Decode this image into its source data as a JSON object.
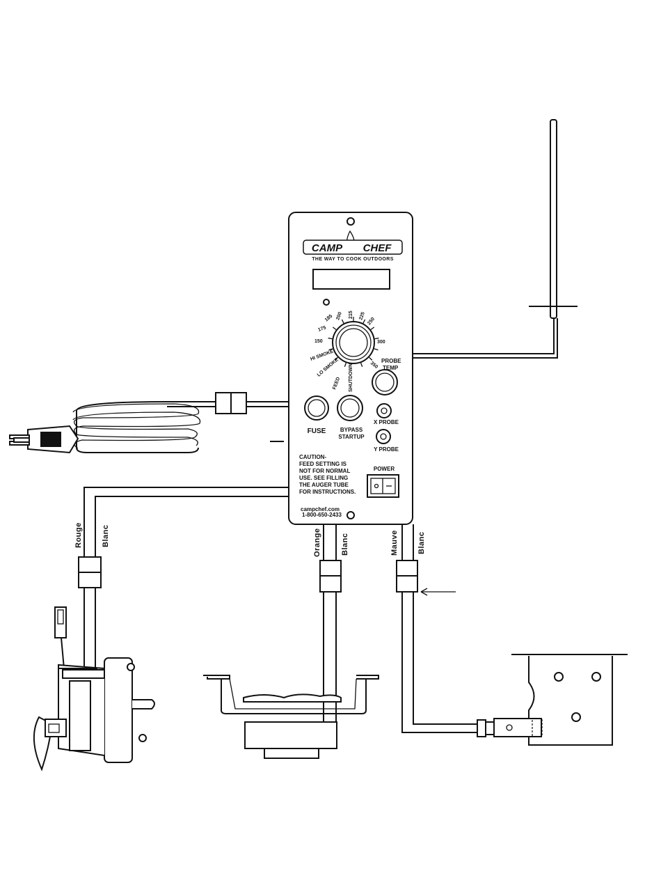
{
  "panel": {
    "brand_left": "CAMP",
    "brand_right": "CHEF",
    "tagline": "THE WAY TO COOK OUTDOORS",
    "dial_ticks": [
      "FEED",
      "LO SMOKE",
      "HI SMOKE",
      "150",
      "175",
      "185",
      "200",
      "215",
      "225",
      "250",
      "300",
      "350",
      "SHUTDOWN"
    ],
    "probe_temp_line1": "PROBE",
    "probe_temp_line2": "TEMP",
    "fuse_label": "FUSE",
    "bypass_line1": "BYPASS",
    "bypass_line2": "STARTUP",
    "x_probe": "X PROBE",
    "y_probe": "Y PROBE",
    "power_label": "POWER",
    "caution_lines": [
      "CAUTION-",
      "FEED SETTING IS",
      "NOT FOR NORMAL",
      "USE. SEE FILLING",
      "THE AUGER TUBE",
      "FOR INSTRUCTIONS."
    ],
    "website": "campchef.com",
    "phone": "1-800-650-2433"
  },
  "wires": {
    "auger_red": "Rouge",
    "auger_white": "Blanc",
    "fan_orange": "Orange",
    "fan_white": "Blanc",
    "igniter_purple": "Mauve",
    "igniter_white": "Blanc"
  }
}
